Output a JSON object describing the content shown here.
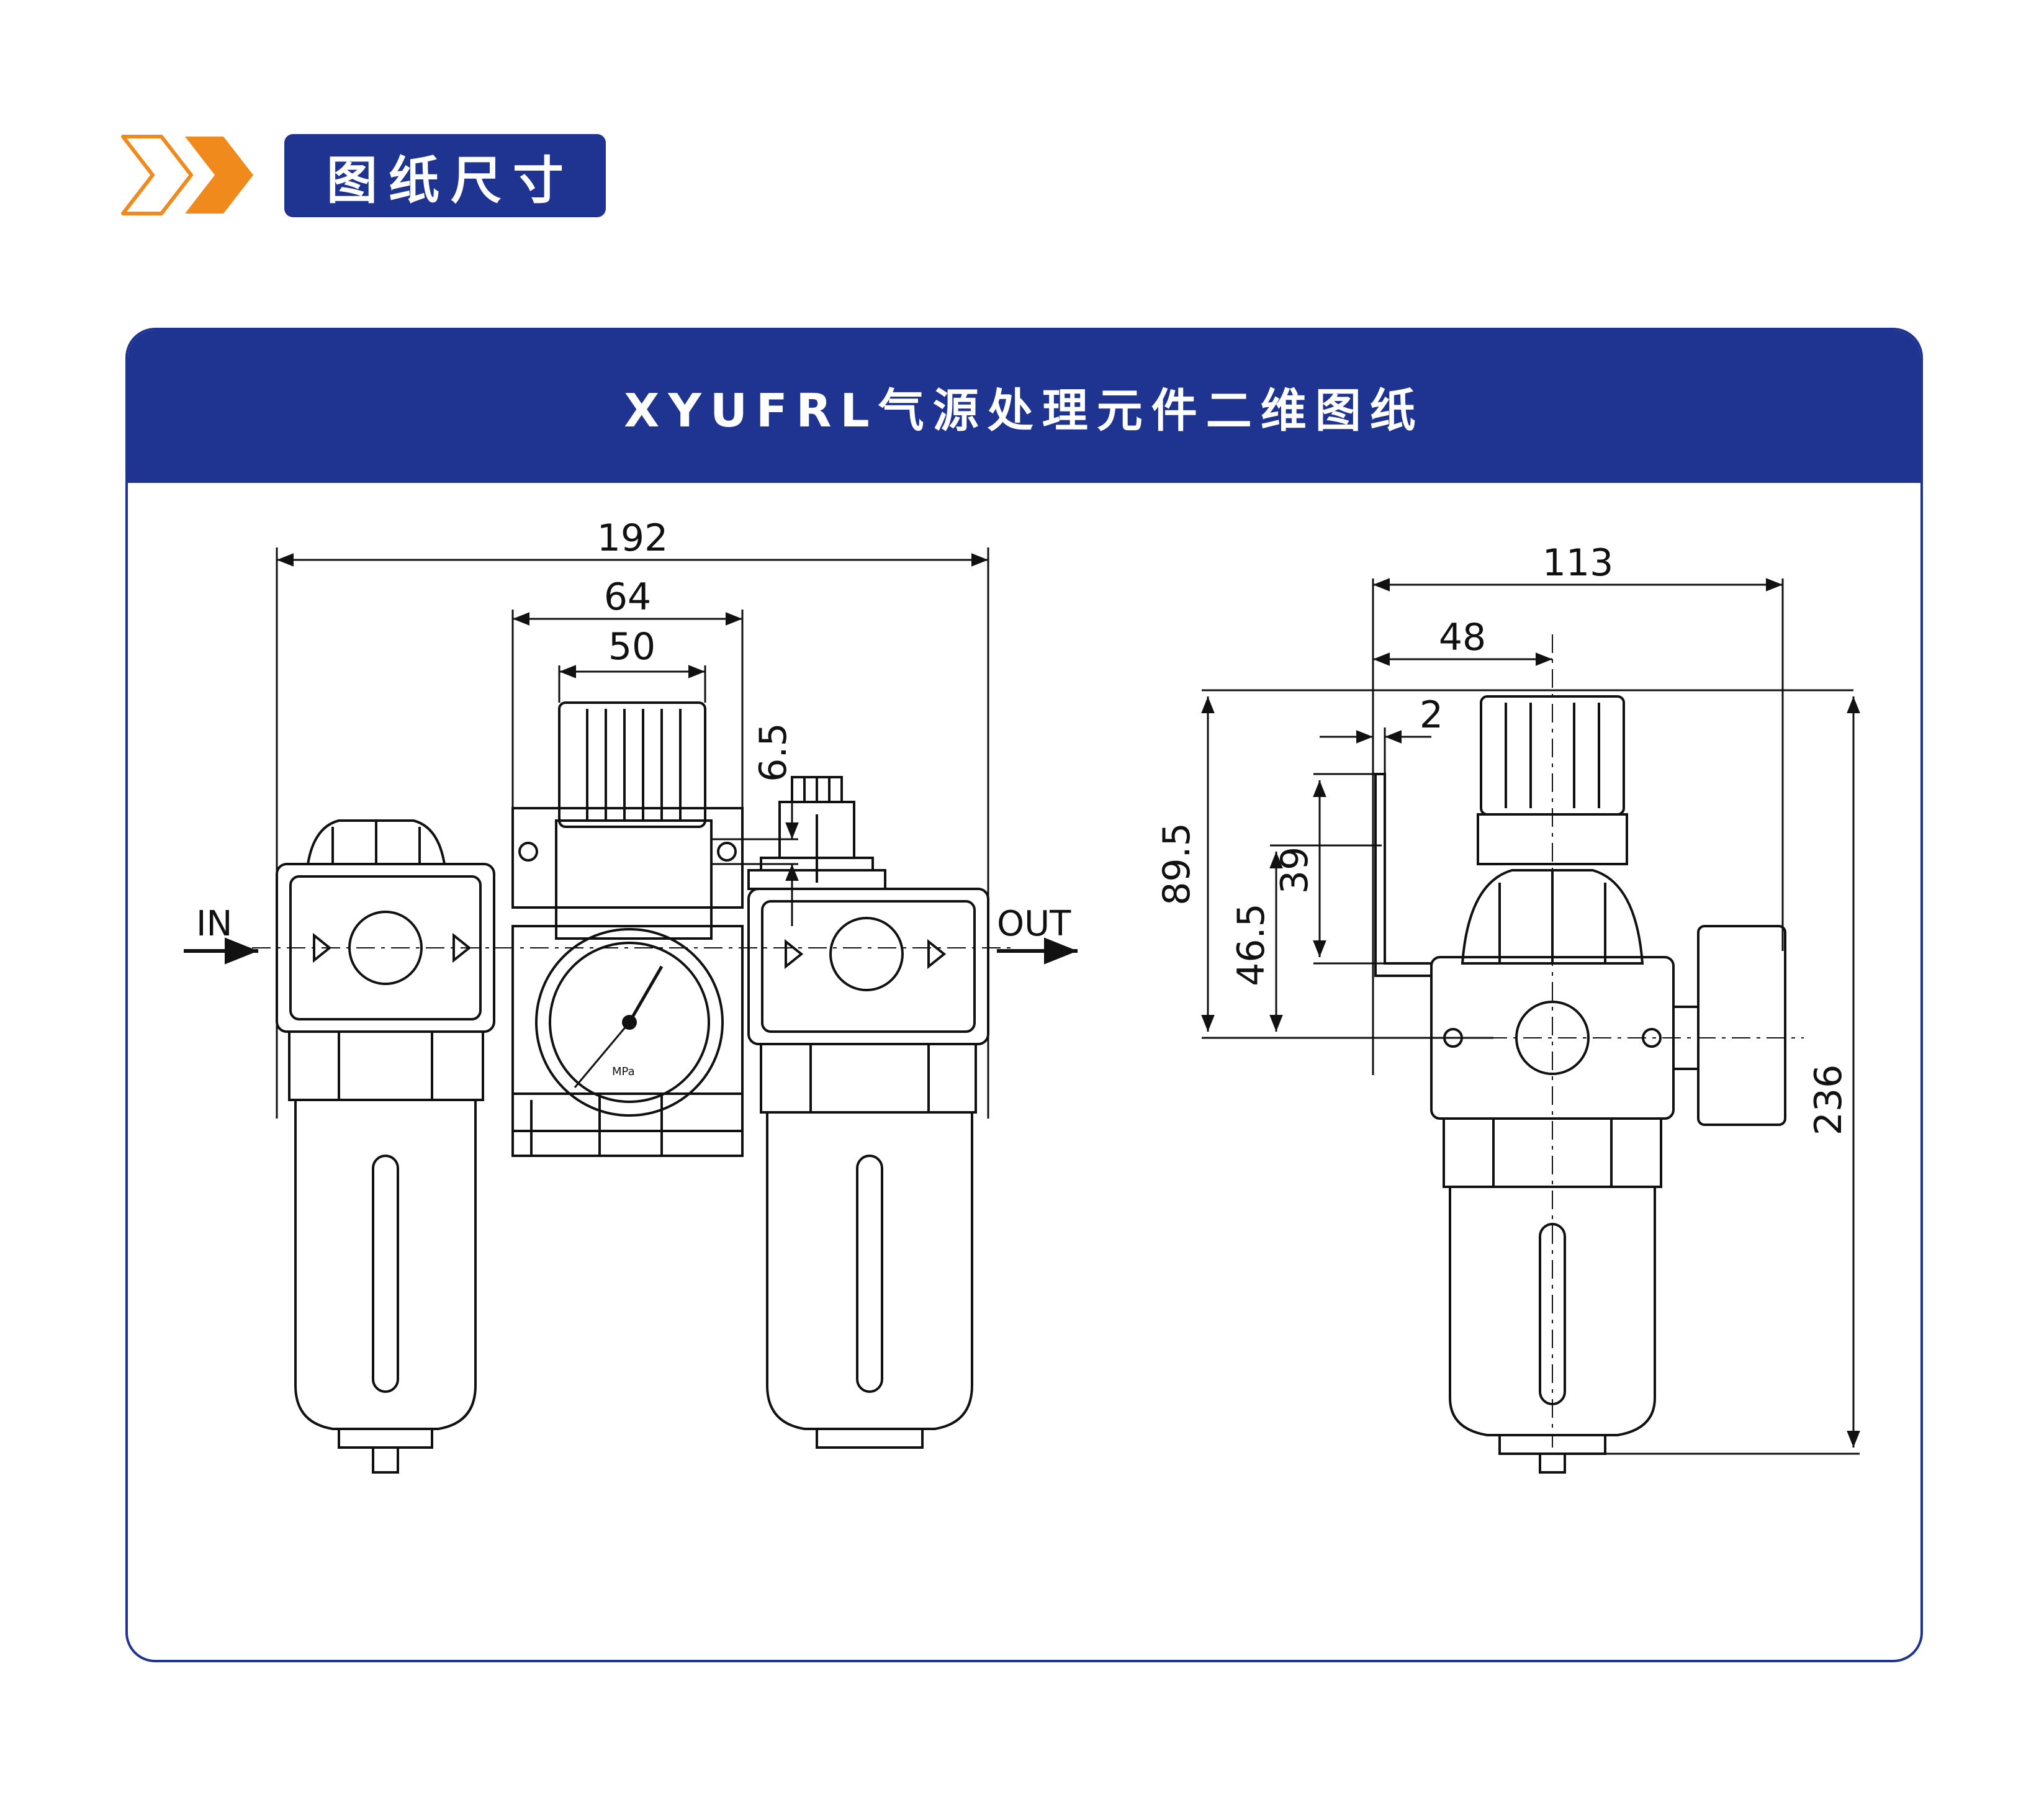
{
  "header": {
    "title": "图纸尺寸"
  },
  "panel": {
    "title": "XYUFRL气源处理元件二维图纸"
  },
  "front_view": {
    "dims": {
      "overall_width": "192",
      "regulator_width": "64",
      "knob_width": "50",
      "offset": "6.5"
    },
    "labels": {
      "inlet": "IN",
      "outlet": "OUT",
      "gauge_unit": "MPa"
    }
  },
  "side_view": {
    "dims": {
      "depth": "113",
      "center": "48",
      "bracket": "2",
      "height_top": "89.5",
      "height_mid": "46.5",
      "bracket_height": "39",
      "overall_height": "236"
    }
  },
  "colors": {
    "brand_blue": "#1f3390",
    "accent_orange": "#f08a1c"
  }
}
